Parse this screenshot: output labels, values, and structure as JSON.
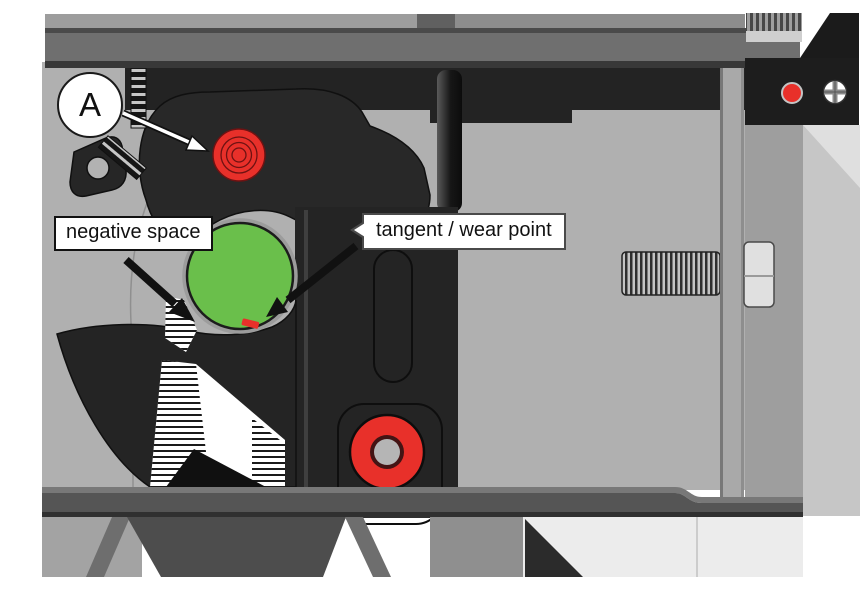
{
  "annotations": {
    "detail_label": "A",
    "negative_space_label": "negative space",
    "tangent_label": "tangent / wear point"
  },
  "colors": {
    "accent_red": "#e8302a",
    "ball_green": "#6abf4b",
    "part_dark": "#242424",
    "frame_gray": "#b0b0b0",
    "label_border": "#1a1a1a"
  },
  "markers": {
    "pivot_target": "pivot-target-icon",
    "wear_point": "wear-point-marker",
    "red_indicator": "red-dot-icon",
    "screw": "phillips-screw-icon",
    "callout_pointer": "callout-pointer-icon"
  }
}
